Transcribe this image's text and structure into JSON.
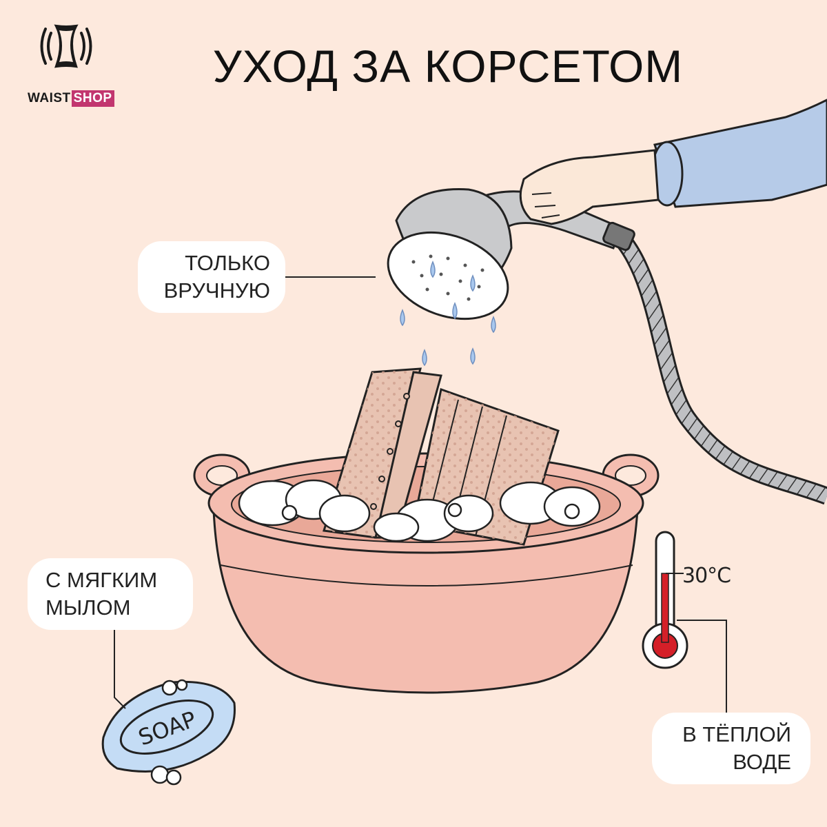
{
  "brand": {
    "name_part1": "WAIST",
    "name_part2": "SHOP",
    "accent_color": "#c2366f"
  },
  "title": "УХОД ЗА КОРСЕТОМ",
  "labels": {
    "hand_wash": [
      "ТОЛЬКО",
      "ВРУЧНУЮ"
    ],
    "mild_soap": [
      "С МЯГКИМ",
      "МЫЛОМ"
    ],
    "warm_water": [
      "В ТЁПЛОЙ",
      "ВОДЕ"
    ]
  },
  "thermometer": {
    "reading": "30°C"
  },
  "soap_bar": {
    "text": "SOAP"
  },
  "colors": {
    "background": "#fde9dd",
    "basin": "#f4bdb0",
    "corset": "#e8c3b2",
    "soap": "#c4dcf5",
    "water": "#a9c8ee",
    "sleeve": "#b6cbe8"
  }
}
